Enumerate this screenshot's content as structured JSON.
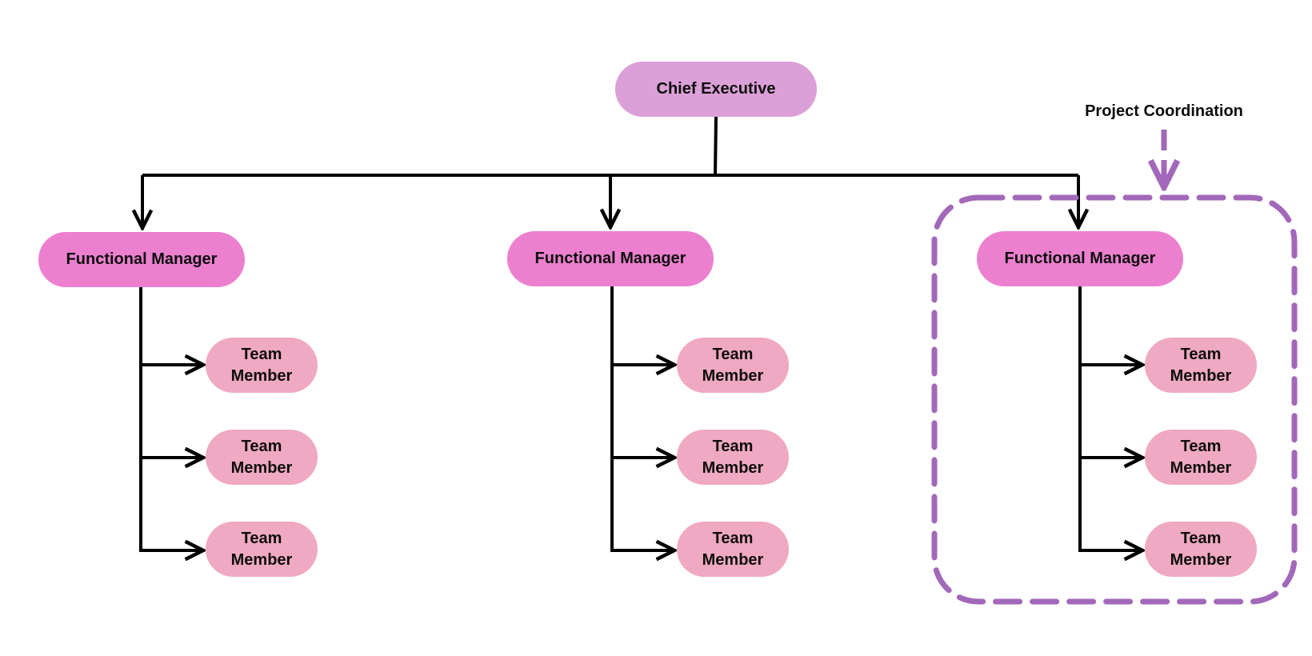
{
  "colors": {
    "executive": "#dca0d8",
    "manager": "#ec80cf",
    "member": "#f0a9c2",
    "connector": "#000000",
    "grouping": "#a268b9"
  },
  "executive": {
    "label": "Chief Executive"
  },
  "branches": [
    {
      "manager": "Functional Manager",
      "members": [
        {
          "line1": "Team",
          "line2": "Member"
        },
        {
          "line1": "Team",
          "line2": "Member"
        },
        {
          "line1": "Team",
          "line2": "Member"
        }
      ]
    },
    {
      "manager": "Functional Manager",
      "members": [
        {
          "line1": "Team",
          "line2": "Member"
        },
        {
          "line1": "Team",
          "line2": "Member"
        },
        {
          "line1": "Team",
          "line2": "Member"
        }
      ]
    },
    {
      "manager": "Functional Manager",
      "members": [
        {
          "line1": "Team",
          "line2": "Member"
        },
        {
          "line1": "Team",
          "line2": "Member"
        },
        {
          "line1": "Team",
          "line2": "Member"
        }
      ]
    }
  ],
  "grouping": {
    "label": "Project Coordination"
  }
}
